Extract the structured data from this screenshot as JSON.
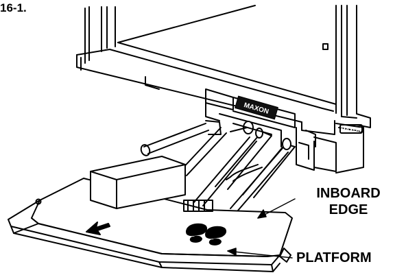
{
  "figure": {
    "ref_text": "16-1.",
    "brand_mark": "MAXON",
    "brand_mark_side": "MAXON",
    "callouts": {
      "inboard_line1": "INBOARD",
      "inboard_line2": "EDGE",
      "platform": "PLATFORM"
    }
  }
}
